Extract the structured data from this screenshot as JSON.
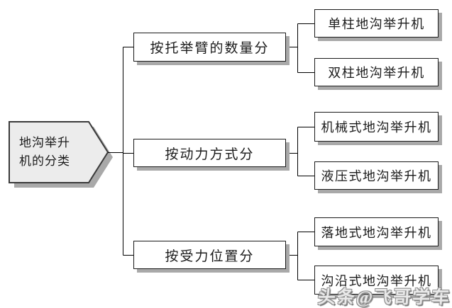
{
  "title": "地沟举升机的分类",
  "diagram": {
    "root_label": "地沟举升机的分类",
    "branches": [
      {
        "label": "按托举臂的数量分",
        "children": [
          {
            "label": "单柱地沟举升机"
          },
          {
            "label": "双柱地沟举升机"
          }
        ]
      },
      {
        "label": "按动力方式分",
        "children": [
          {
            "label": "机械式地沟举升机"
          },
          {
            "label": "液压式地沟举升机"
          }
        ]
      },
      {
        "label": "按受力位置分",
        "children": [
          {
            "label": "落地式地沟举升机"
          },
          {
            "label": "沟沿式地沟举升机"
          }
        ]
      }
    ]
  },
  "watermark": {
    "text": "头条@飞哥学车"
  },
  "colors": {
    "background": "#ffffff",
    "box_fill": "#ffffff",
    "box_border": "#1a1a1a",
    "shadow": "#a9a9a9",
    "root_fill": "#ececec",
    "root_border": "#3a3a3a",
    "line": "#000000"
  }
}
